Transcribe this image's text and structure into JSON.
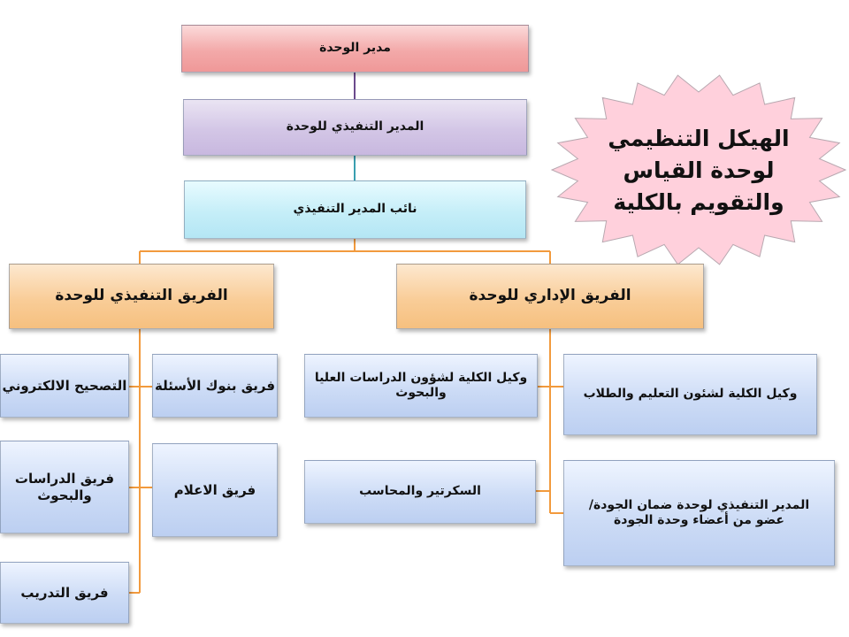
{
  "title": "الهيكل التنظيمي\nلوحدة القياس\nوالتقويم بالكلية",
  "boxes": {
    "unit_director": "مدير الوحدة",
    "executive_director": "المدير التنفيذي للوحدة",
    "deputy_executive_director": "نائب المدير التنفيذي",
    "executive_team": "الفريق التنفيذي للوحدة",
    "administrative_team": "الفريق الإداري للوحدة",
    "question_banks_team": "فريق بنوك الأسئلة",
    "electronic_correction": "التصحيح الالكتروني",
    "media_team": "فريق الاعلام",
    "studies_research_team": "فريق الدراسات والبحوث",
    "training_team": "فريق التدريب",
    "vice_dean_graduate": "وكيل الكلية لشؤون الدراسات العليا والبحوث",
    "vice_dean_education": "وكيل الكلية لشئون التعليم والطلاب",
    "secretary_accountant": "السكرتير والمحاسب",
    "qa_executive_director": "المدير التنفيذي لوحدة ضمان الجودة/ عضو من أعضاء وحدة الجودة"
  },
  "colors": {
    "connector": "#f29a3d",
    "connector_top": "#6b4a8c",
    "connector_mid": "#3a9fb0",
    "burst_fill": "#ffd0dc"
  }
}
